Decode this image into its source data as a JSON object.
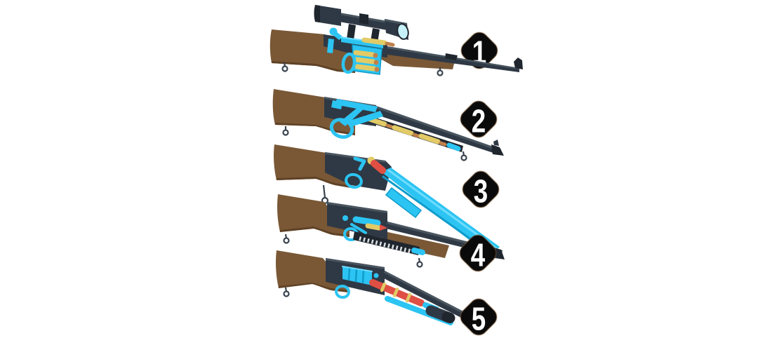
{
  "diagram_title": "rifle-action-types-diagram",
  "badges": [
    {
      "number": "1",
      "item": "bolt-action-rifle-with-scope"
    },
    {
      "number": "2",
      "item": "lever-action-rifle"
    },
    {
      "number": "3",
      "item": "break-action-rifle"
    },
    {
      "number": "4",
      "item": "pump-action-rifle"
    },
    {
      "number": "5",
      "item": "semi-automatic-rifle"
    }
  ],
  "colors": {
    "background": "#ffffff",
    "stock_brown": "#7a5836",
    "stock_brown_shadow": "#5f4226",
    "metal_slate": "#2f3945",
    "metal_slate_dark": "#20262e",
    "metal_slate_light": "#49555f",
    "highlight_cyan": "#2cc4f2",
    "highlight_cyan_light": "#6fdcff",
    "highlight_cyan_dark": "#0f9ccb",
    "cartridge_brass": "#e2cb66",
    "cartridge_copper": "#c0804a",
    "shell_red": "#df4f43",
    "scope_lens": "#c6f1fa",
    "badge_fill": "#0a0a0a",
    "badge_number": "#ffffff"
  }
}
